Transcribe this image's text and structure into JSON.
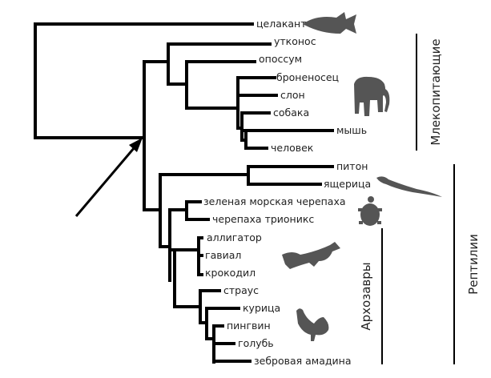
{
  "taxa": [
    "целакант",
    "утконос",
    "опоссум",
    "броненосец",
    "слон",
    "собака",
    "мышь",
    "человек",
    "питон",
    "ящерица",
    "зеленая морская черепаха",
    "черепаха трионикс",
    "аллигатор",
    "гавиал",
    "крокодил",
    "страус",
    "курица",
    "пингвин",
    "голубь",
    "зебровая амадина"
  ],
  "groups": {
    "mammals": "Млекопитающие",
    "reptiles": "Рептилии",
    "archosaurs": "Архозавры"
  },
  "silhouettes": [
    "coelacanth-icon",
    "elephant-icon",
    "lizard-icon",
    "turtle-icon",
    "crocodile-icon",
    "rooster-icon"
  ]
}
